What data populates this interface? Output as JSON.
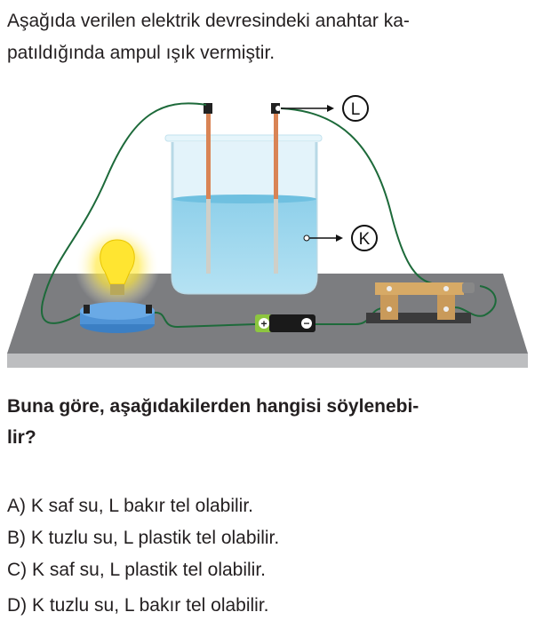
{
  "intro": "Aşağıda verilen elektrik devresindeki anahtar kapatıldığında ampul ışık vermiştir.",
  "intro_lines": [
    "Aşağıda verilen elektrik devresindeki anahtar ka-",
    "patıldığında ampul ışık vermiştir."
  ],
  "figure": {
    "label_L": "L",
    "label_K": "K",
    "battery_plus": "+",
    "battery_minus": "−"
  },
  "question_lines": [
    "Buna göre, aşağıdakilerden hangisi söylenebi-",
    "lir?"
  ],
  "options": [
    "A) K saf su, L bakır tel olabilir.",
    "B) K tuzlu su, L plastik tel olabilir.",
    "C) K saf su, L plastik tel olabilir.",
    "D) K tuzlu su, L bakır tel olabilir."
  ]
}
